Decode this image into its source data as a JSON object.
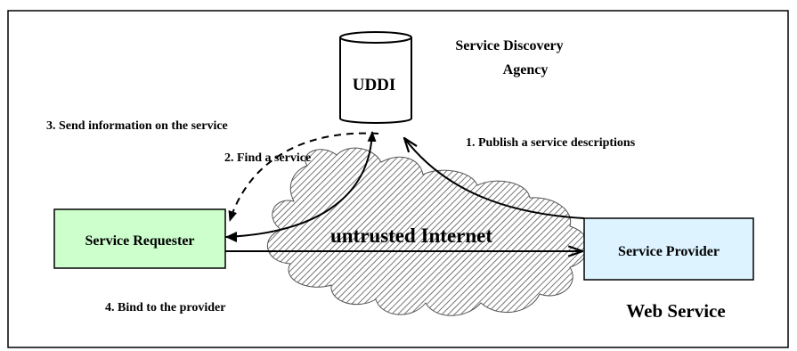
{
  "agency": {
    "title_line1": "Service Discovery",
    "title_line2": "Agency",
    "registry_label": "UDDI"
  },
  "requester": {
    "label": "Service Requester",
    "fill": "#ccffcc"
  },
  "provider": {
    "label": "Service Provider",
    "fill": "#ddf3ff",
    "caption": "Web Service"
  },
  "network": {
    "label": "untrusted Internet"
  },
  "steps": [
    {
      "label": "1. Publish a service descriptions"
    },
    {
      "label": "2. Find a service"
    },
    {
      "label": "3. Send information on the service"
    },
    {
      "label": "4. Bind to the provider"
    }
  ]
}
